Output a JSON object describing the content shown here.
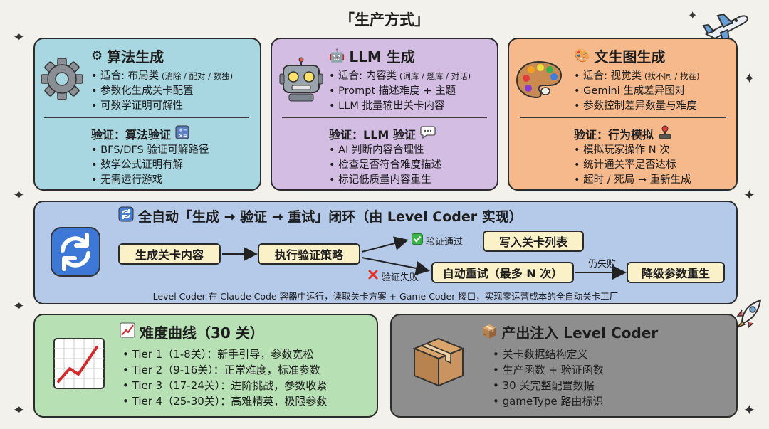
{
  "title": "「生产方式」",
  "algo": {
    "title": "算法生成",
    "items": [
      {
        "main": "适合: 布局类",
        "note": " (消除 / 配对 / 数独)"
      },
      {
        "main": "参数化生成关卡配置",
        "note": ""
      },
      {
        "main": "可数学证明可解性",
        "note": ""
      }
    ],
    "verify_title": "验证：算法验证",
    "verify_items": [
      "BFS/DFS 验证可解路径",
      "数学公式证明有解",
      "无需运行游戏"
    ]
  },
  "llm": {
    "title": "LLM 生成",
    "items": [
      {
        "main": "适合: 内容类",
        "note": " (词库 / 题库 / 对话)"
      },
      {
        "main": "Prompt 描述难度 + 主题",
        "note": ""
      },
      {
        "main": "LLM 批量输出关卡内容",
        "note": ""
      }
    ],
    "verify_title": "验证：LLM 验证",
    "verify_items": [
      "AI 判断内容合理性",
      "检查是否符合难度描述",
      "标记低质量内容重生"
    ]
  },
  "img": {
    "title": "文生图生成",
    "items": [
      {
        "main": "适合: 视觉类",
        "note": " (找不同 / 找茬)"
      },
      {
        "main": "Gemini 生成差异图对",
        "note": ""
      },
      {
        "main": "参数控制差异数量与难度",
        "note": ""
      }
    ],
    "verify_title": "验证：行为模拟",
    "verify_items": [
      "模拟玩家操作 N 次",
      "统计通关率是否达标",
      "超时 / 死局 → 重新生成"
    ]
  },
  "loop": {
    "title": "全自动「生成 → 验证 → 重试」闭环（由 Level Coder 实现）",
    "step_generate": "生成关卡内容",
    "step_verify": "执行验证策略",
    "pass_label": "验证通过",
    "step_write": "写入关卡列表",
    "fail_label": "验证失败",
    "step_retry": "自动重试（最多 N 次）",
    "still_fail_label": "仍失败",
    "step_downgrade": "降级参数重生",
    "footnote": "Level Coder 在 Claude Code 容器中运行，读取关卡方案 + Game Coder 接口，实现零运营成本的全自动关卡工厂"
  },
  "difficulty": {
    "title": "难度曲线（30 关）",
    "items": [
      "Tier 1（1-8关）：新手引导，参数宽松",
      "Tier 2（9-16关）：正常难度，标准参数",
      "Tier 3（17-24关）：进阶挑战，参数收紧",
      "Tier 4（25-30关）：高难精英，极限参数"
    ]
  },
  "output": {
    "title": "产出注入 Level Coder",
    "items": [
      "关卡数据结构定义",
      "生产函数 + 验证函数",
      "30 关完整配置数据",
      "gameType 路由标识"
    ]
  },
  "colors": {
    "algo_bg": "#a9d7e1",
    "llm_bg": "#d3bde3",
    "img_bg": "#f6b98c",
    "loop_bg": "#b5c9e8",
    "diff_bg": "#b7e1b5",
    "out_bg": "#8e8e8e",
    "step_bg": "#fbf1c9"
  },
  "icons": [
    "gear-icon",
    "robot-icon",
    "palette-icon",
    "calculator-icon",
    "speech-bubble-icon",
    "joystick-icon",
    "refresh-icon",
    "check-icon",
    "cross-icon",
    "chart-icon",
    "package-icon",
    "airplane-icon",
    "rocket-icon",
    "sparkle-icon"
  ]
}
